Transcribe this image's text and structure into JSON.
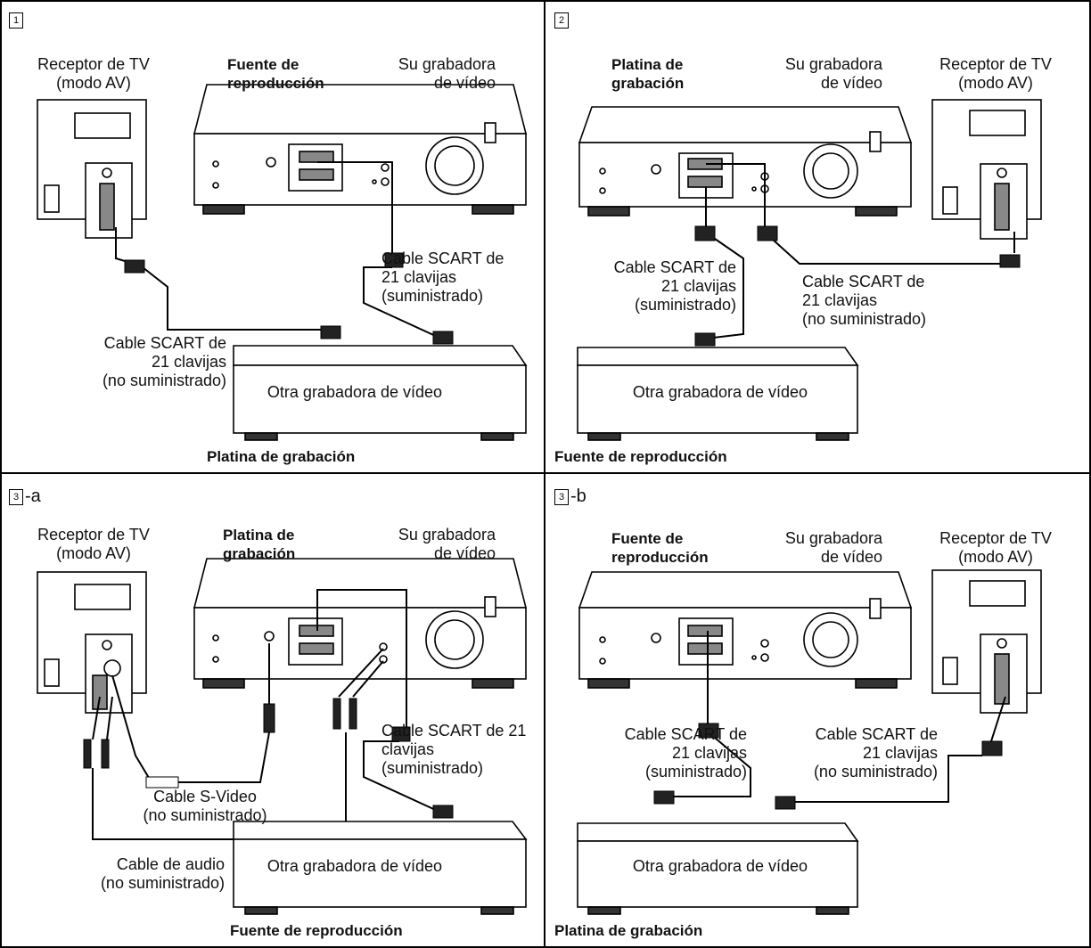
{
  "panels": [
    {
      "step": "1",
      "suffix": "",
      "tv_label": "Receptor de TV\n(modo AV)",
      "role_top": "Fuente de\nreproducción",
      "vcr_label": "Su grabadora\nde vídeo",
      "cable_a": "Cable SCART de\n21 clavijas\n(suministrado)",
      "cable_b": "Cable SCART de\n21 clavijas\n(no suministrado)",
      "deck_label": "Otra grabadora de vídeo",
      "role_bottom": "Platina de grabación"
    },
    {
      "step": "2",
      "suffix": "",
      "role_top": "Platina de\ngrabación",
      "vcr_label": "Su grabadora\nde vídeo",
      "tv_label": "Receptor de TV\n(modo AV)",
      "cable_a": "Cable SCART de\n21 clavijas\n(suministrado)",
      "cable_b": "Cable SCART de\n21 clavijas\n(no suministrado)",
      "deck_label": "Otra grabadora de vídeo",
      "role_bottom": "Fuente de reproducción"
    },
    {
      "step": "3",
      "suffix": "-a",
      "tv_label": "Receptor de TV\n(modo AV)",
      "role_top": "Platina de\ngrabación",
      "vcr_label": "Su grabadora\nde vídeo",
      "cable_a": "Cable SCART de 21\nclavijas\n(suministrado)",
      "cable_svideo": "Cable S-Video\n(no suministrado)",
      "cable_audio": "Cable de audio\n(no suministrado)",
      "deck_label": "Otra grabadora de vídeo",
      "role_bottom": "Fuente de reproducción"
    },
    {
      "step": "3",
      "suffix": "-b",
      "role_top": "Fuente de\nreproducción",
      "vcr_label": "Su grabadora\nde vídeo",
      "tv_label": "Receptor de TV\n(modo AV)",
      "cable_a": "Cable SCART de\n21 clavijas\n(suministrado)",
      "cable_b": "Cable SCART de\n21 clavijas\n(no suministrado)",
      "deck_label": "Otra grabadora de vídeo",
      "role_bottom": "Platina de grabación"
    }
  ]
}
